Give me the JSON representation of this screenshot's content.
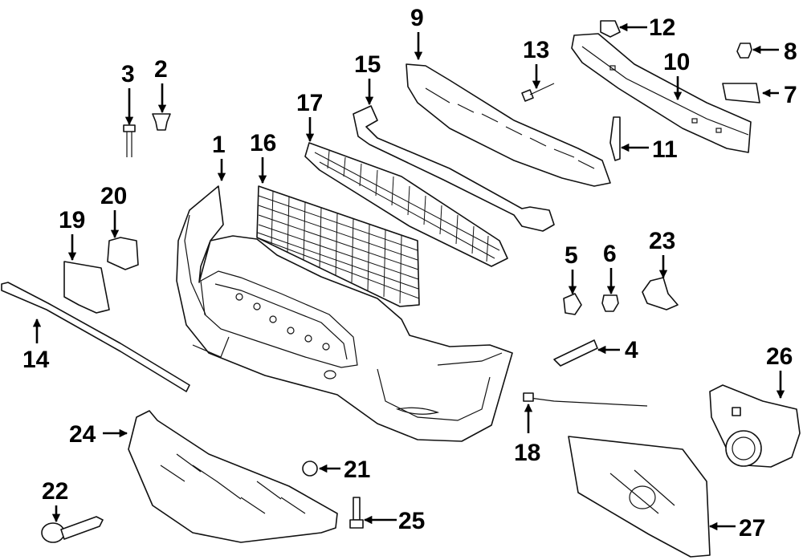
{
  "callouts": {
    "c1": "1",
    "c2": "2",
    "c3": "3",
    "c4": "4",
    "c5": "5",
    "c6": "6",
    "c7": "7",
    "c8": "8",
    "c9": "9",
    "c10": "10",
    "c11": "11",
    "c12": "12",
    "c13": "13",
    "c14": "14",
    "c15": "15",
    "c16": "16",
    "c17": "17",
    "c18": "18",
    "c19": "19",
    "c20": "20",
    "c21": "21",
    "c22": "22",
    "c23": "23",
    "c24": "24",
    "c25": "25",
    "c26": "26",
    "c27": "27"
  },
  "colors": {
    "line": "#111111",
    "background": "#ffffff"
  }
}
